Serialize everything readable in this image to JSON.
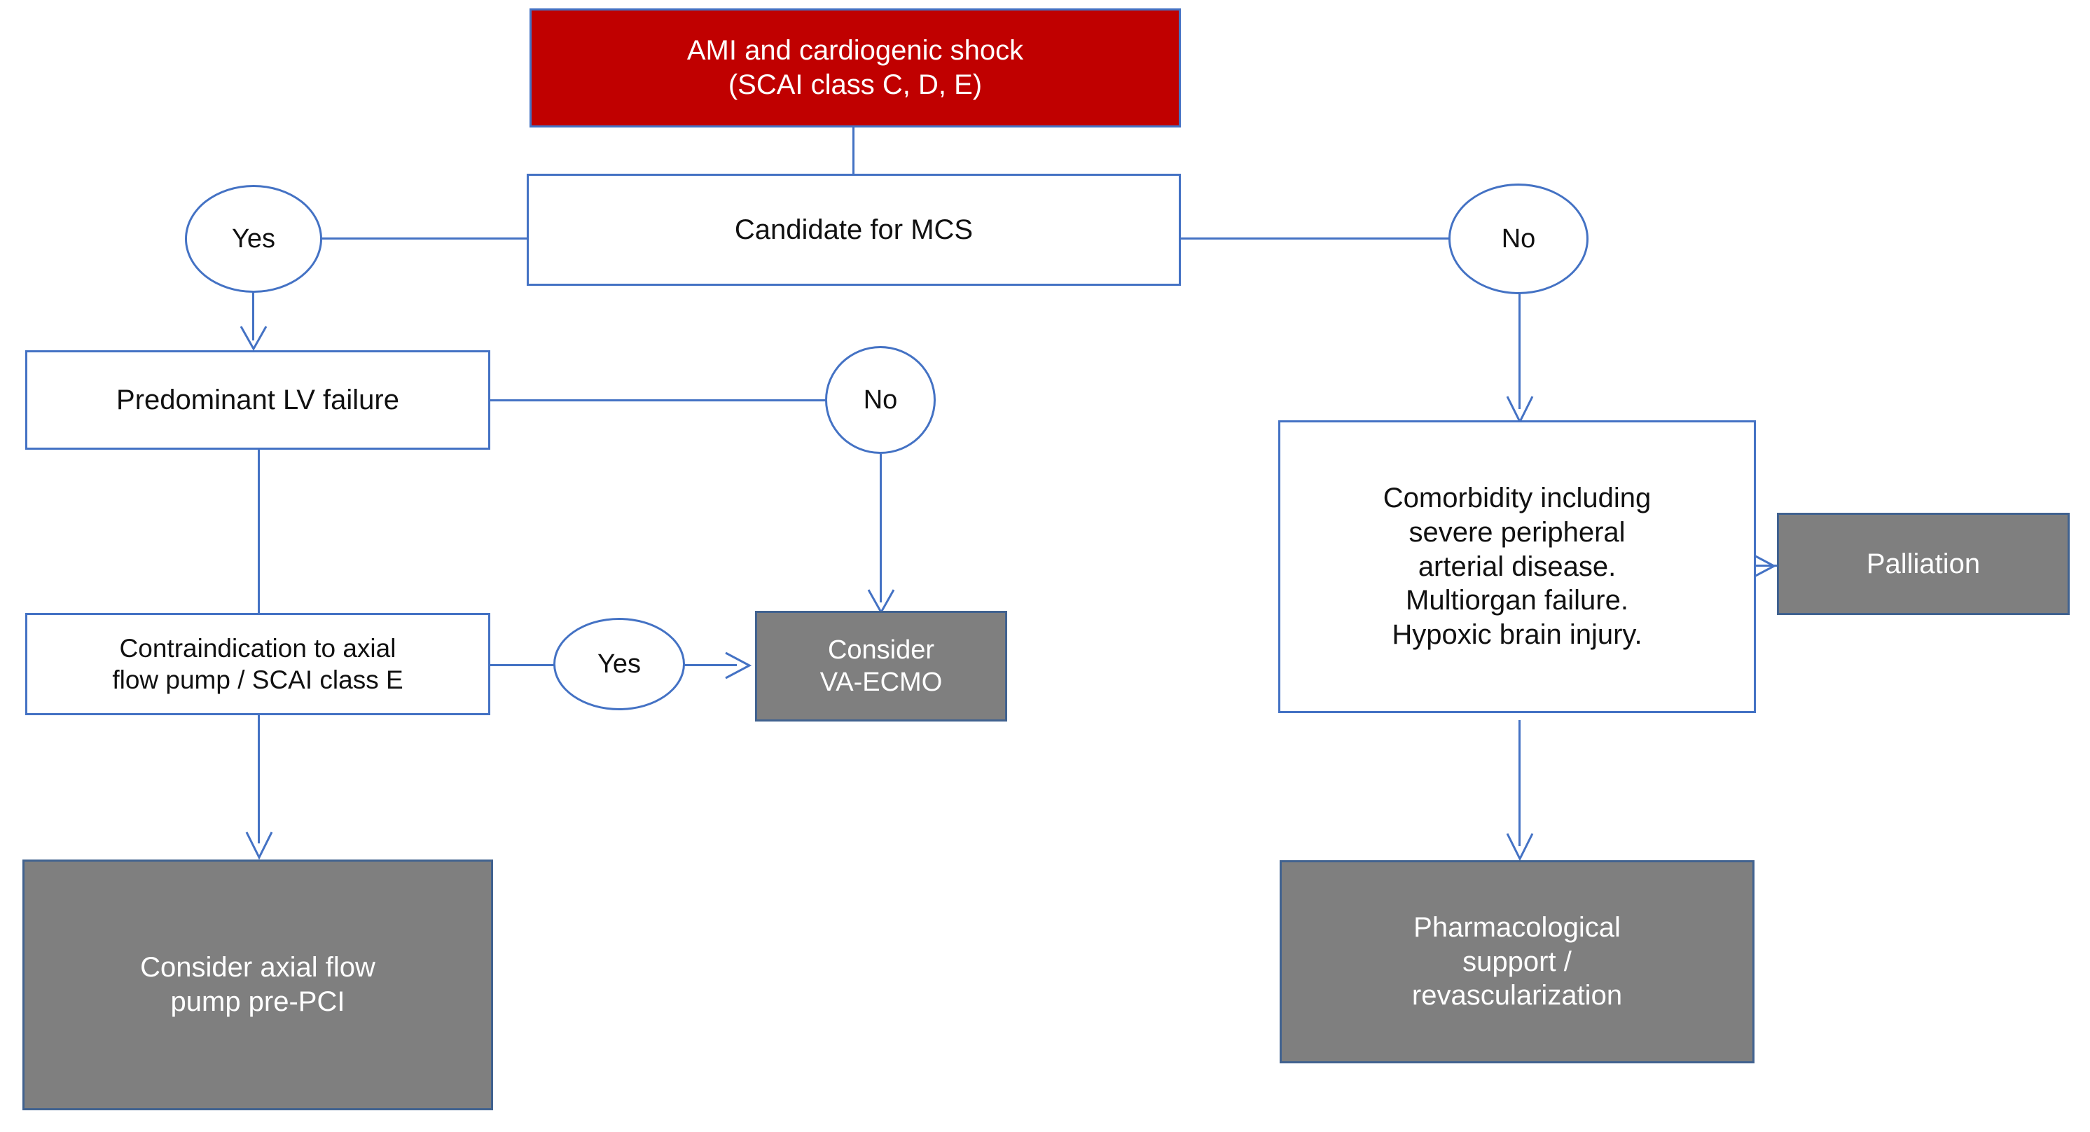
{
  "diagram": {
    "title_node": {
      "text": "AMI and cardiogenic shock\n(SCAI class C, D, E)"
    },
    "nodes": [
      {
        "id": "candidate-mcs",
        "text": "Candidate for MCS"
      },
      {
        "id": "yes-mcs",
        "text": "Yes"
      },
      {
        "id": "no-mcs",
        "text": "No"
      },
      {
        "id": "predominant-lv",
        "text": "Predominant LV failure"
      },
      {
        "id": "no-lv",
        "text": "No"
      },
      {
        "id": "contraindication",
        "text": "Contraindication to axial\nflow pump / SCAI class E"
      },
      {
        "id": "yes-contra",
        "text": "Yes"
      },
      {
        "id": "consider-va-ecmo",
        "text": "Consider\nVA-ECMO"
      },
      {
        "id": "consider-axial-pump",
        "text": "Consider axial flow\npump pre-PCI"
      },
      {
        "id": "comorbidity",
        "text": "Comorbidity including\nsevere peripheral\narterial disease.\nMultiorgan failure.\nHypoxic brain injury."
      },
      {
        "id": "palliation",
        "text": "Palliation"
      },
      {
        "id": "pharmacological",
        "text": "Pharmacological\nsupport /\nrevascularization"
      }
    ],
    "colors": {
      "accent_red": "#C00000",
      "accent_gray": "#7F7F7F",
      "connector_blue": "#4472C4",
      "text_dark": "#111111",
      "text_light": "#FFFFFF"
    }
  }
}
